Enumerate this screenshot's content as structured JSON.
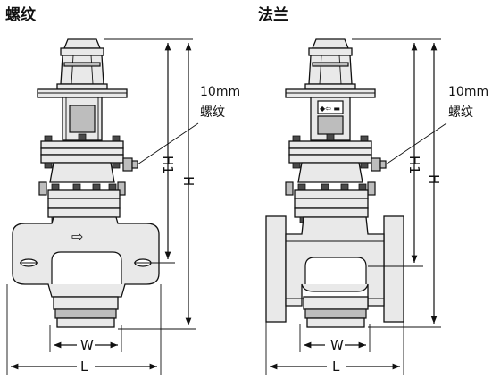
{
  "figures": [
    {
      "title": "螺纹",
      "dim_h1": "H1",
      "dim_h": "H",
      "dim_w": "W",
      "dim_l": "L",
      "annotation_line1": "10mm",
      "annotation_line2": "螺纹"
    },
    {
      "title": "法兰",
      "dim_h1": "H1",
      "dim_h": "H",
      "dim_w": "W",
      "dim_l": "L",
      "annotation_line1": "10mm",
      "annotation_line2": "螺纹"
    }
  ],
  "flow_arrow": "⇨"
}
